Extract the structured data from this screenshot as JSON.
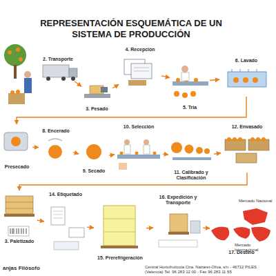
{
  "diagram": {
    "title": "REPRESENTACIÓN ESQUEMÁTICA DE UN SISTEMA DE PRODUCCIÓN",
    "nodes": [
      {
        "text": [
          "2. Transporte"
        ]
      },
      {
        "text": [
          "3. Pesado"
        ]
      },
      {
        "text": [
          "4. Recepción"
        ]
      },
      {
        "text": [
          "5. Tria"
        ]
      },
      {
        "text": [
          "6. Lavado"
        ]
      },
      {
        "text": [
          "Presecado"
        ]
      },
      {
        "text": [
          "8. Encerado"
        ]
      },
      {
        "text": [
          "9. Secado"
        ]
      },
      {
        "text": [
          "10. Selección"
        ]
      },
      {
        "text": [
          "11. Calibrado y Clasificación"
        ]
      },
      {
        "text": [
          "12. Envasado"
        ]
      },
      {
        "text": [
          "3. Paletizado"
        ]
      },
      {
        "text": [
          "14. Etiquetado"
        ]
      },
      {
        "text": [
          "15. Prerefrigeración"
        ]
      },
      {
        "text": [
          "16. Expedición y Transporte"
        ]
      },
      {
        "text": [
          "17. Destino"
        ]
      }
    ],
    "edges": [
      {
        "from": 0,
        "to": 1,
        "arrow": "to"
      },
      {
        "from": 1,
        "to": 2,
        "arrow": "to"
      },
      {
        "from": 2,
        "to": 3,
        "arrow": "to"
      },
      {
        "from": 3,
        "to": 4,
        "arrow": "to"
      },
      {
        "from": 4,
        "to": 5,
        "arrow": "to"
      },
      {
        "from": 5,
        "to": 6,
        "arrow": "to"
      },
      {
        "from": 6,
        "to": 7,
        "arrow": "to"
      },
      {
        "from": 7,
        "to": 8,
        "arrow": "to"
      },
      {
        "from": 8,
        "to": 9,
        "arrow": "to"
      },
      {
        "from": 9,
        "to": 10,
        "arrow": "to"
      },
      {
        "from": 10,
        "to": 11,
        "arrow": "to"
      },
      {
        "from": 11,
        "to": 12,
        "arrow": "to"
      },
      {
        "from": 12,
        "to": 13,
        "arrow": "to"
      },
      {
        "from": 13,
        "to": 14,
        "arrow": "to"
      },
      {
        "from": 14,
        "to": 15,
        "arrow": "to"
      }
    ],
    "labels": [
      "anjas Filósofo",
      "Central Hortofrutícola Ctra. Nazaret-Oliva, s/n - 46712 PILES (Valencia) Tel. 96 283 12 00 - Fax 96 283 11 55",
      "Mercado Nacional",
      "Mercado Internacional"
    ]
  }
}
